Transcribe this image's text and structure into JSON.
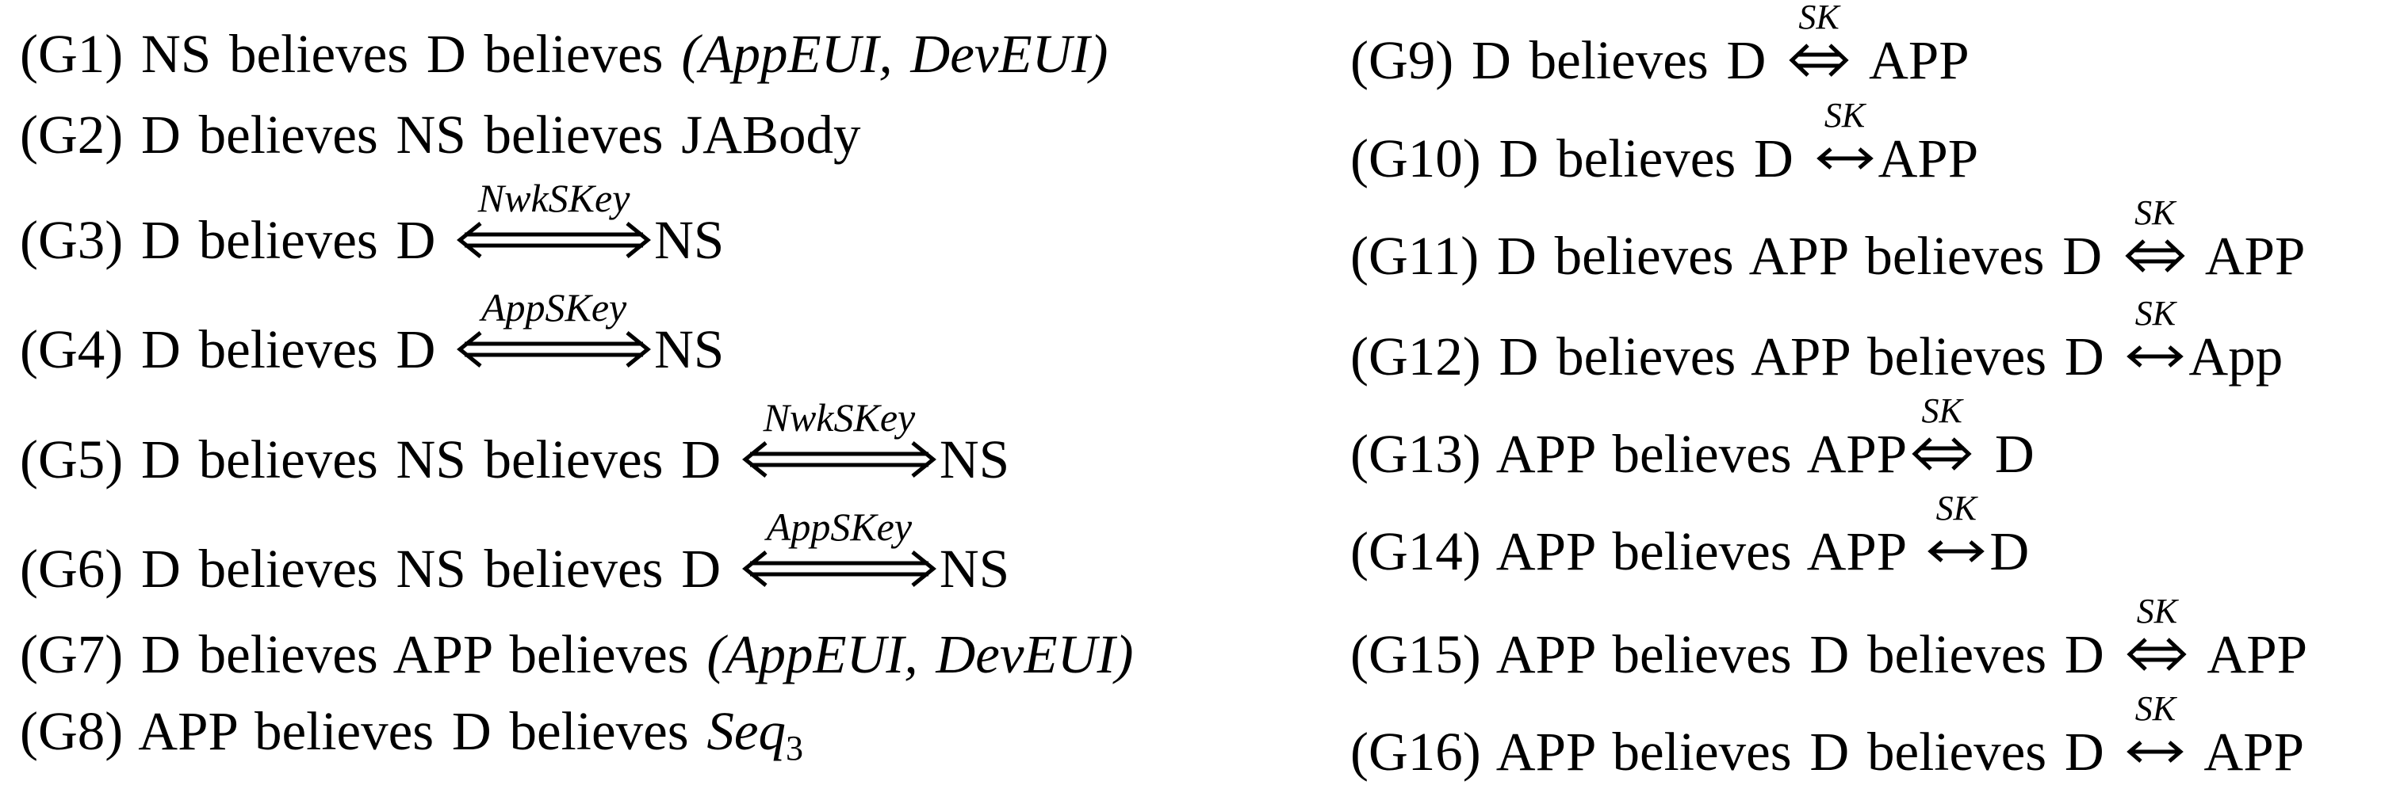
{
  "colors": {
    "background": "#ffffff",
    "text": "#000000"
  },
  "icons": {
    "long_double_arrow": "⟺",
    "double_arrow": "⇔",
    "single_arrow": "↔"
  },
  "goals_left": [
    {
      "id": "G1",
      "segments": [
        {
          "type": "plain",
          "text": "(G1) NS believes D believes "
        },
        {
          "type": "math",
          "text": "(AppEUI, DevEUI)"
        }
      ]
    },
    {
      "id": "G2",
      "segments": [
        {
          "type": "plain",
          "text": "(G2) D believes NS believes JABody"
        }
      ]
    },
    {
      "id": "G3",
      "segments": [
        {
          "type": "plain",
          "text": "(G3) D believes D "
        },
        {
          "type": "arrow-long",
          "key": "NwkSKey"
        },
        {
          "type": "plain",
          "text": "NS"
        }
      ]
    },
    {
      "id": "G4",
      "segments": [
        {
          "type": "plain",
          "text": "(G4) D believes D "
        },
        {
          "type": "arrow-long",
          "key": "AppSKey"
        },
        {
          "type": "plain",
          "text": "NS"
        }
      ]
    },
    {
      "id": "G5",
      "segments": [
        {
          "type": "plain",
          "text": "(G5) D believes NS believes D "
        },
        {
          "type": "arrow-long",
          "key": "NwkSKey"
        },
        {
          "type": "plain",
          "text": "NS"
        }
      ]
    },
    {
      "id": "G6",
      "segments": [
        {
          "type": "plain",
          "text": "(G6) D believes NS believes D "
        },
        {
          "type": "arrow-long",
          "key": "AppSKey"
        },
        {
          "type": "plain",
          "text": "NS"
        }
      ]
    },
    {
      "id": "G7",
      "segments": [
        {
          "type": "plain",
          "text": "(G7) D believes APP believes "
        },
        {
          "type": "math",
          "text": "(AppEUI, DevEUI)"
        }
      ]
    },
    {
      "id": "G8",
      "segments": [
        {
          "type": "plain",
          "text": "(G8) APP believes D believes "
        },
        {
          "type": "math",
          "text": "Seq"
        },
        {
          "type": "sub",
          "text": "3"
        }
      ]
    }
  ],
  "goals_right": [
    {
      "id": "G9",
      "segments": [
        {
          "type": "plain",
          "text": "(G9) D believes D "
        },
        {
          "type": "arrow-dbl",
          "key": "SK"
        },
        {
          "type": "plain",
          "text": " APP"
        }
      ]
    },
    {
      "id": "G10",
      "segments": [
        {
          "type": "plain",
          "text": "(G10) D believes D "
        },
        {
          "type": "arrow-sgl",
          "key": "SK"
        },
        {
          "type": "plain",
          "text": "APP"
        }
      ]
    },
    {
      "id": "G11",
      "segments": [
        {
          "type": "plain",
          "text": "(G11) D believes APP believes D "
        },
        {
          "type": "arrow-dbl",
          "key": "SK"
        },
        {
          "type": "plain",
          "text": " APP"
        }
      ]
    },
    {
      "id": "G12",
      "segments": [
        {
          "type": "plain",
          "text": "(G12) D believes APP believes D "
        },
        {
          "type": "arrow-sgl",
          "key": "SK"
        },
        {
          "type": "plain",
          "text": "App"
        }
      ]
    },
    {
      "id": "G13",
      "segments": [
        {
          "type": "plain",
          "text": "(G13) APP believes APP"
        },
        {
          "type": "arrow-dbl",
          "key": "SK"
        },
        {
          "type": "plain",
          "text": " D"
        }
      ]
    },
    {
      "id": "G14",
      "segments": [
        {
          "type": "plain",
          "text": "(G14) APP believes APP "
        },
        {
          "type": "arrow-sgl",
          "key": "SK"
        },
        {
          "type": "plain",
          "text": "D"
        }
      ]
    },
    {
      "id": "G15",
      "segments": [
        {
          "type": "plain",
          "text": "(G15) APP believes D believes D "
        },
        {
          "type": "arrow-dbl",
          "key": "SK"
        },
        {
          "type": "plain",
          "text": " APP"
        }
      ]
    },
    {
      "id": "G16",
      "segments": [
        {
          "type": "plain",
          "text": "(G16) APP believes D believes D "
        },
        {
          "type": "arrow-sgl",
          "key": "SK"
        },
        {
          "type": "plain",
          "text": " APP"
        }
      ]
    }
  ]
}
